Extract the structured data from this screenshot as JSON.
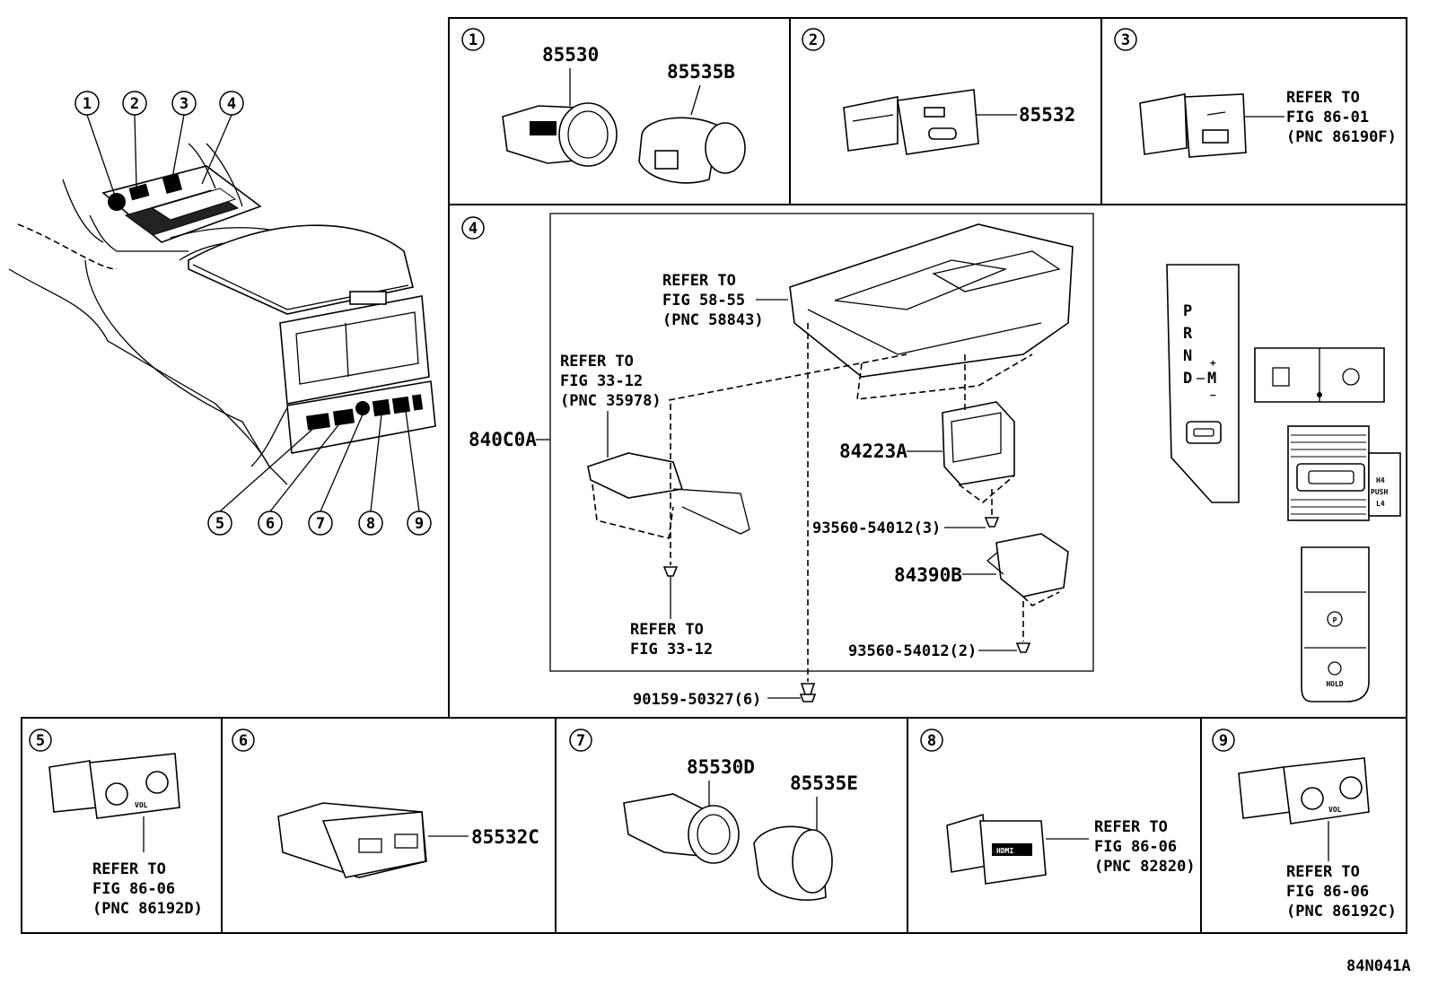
{
  "callouts": [
    "1",
    "2",
    "3",
    "4",
    "5",
    "6",
    "7",
    "8",
    "9"
  ],
  "panel1": {
    "label": "1",
    "parts": [
      "85530",
      "85535B"
    ]
  },
  "panel2": {
    "label": "2",
    "parts": [
      "85532"
    ]
  },
  "panel3": {
    "label": "3",
    "ref": [
      "REFER TO",
      "FIG 86-01",
      "(PNC 86190F)"
    ]
  },
  "panel4": {
    "label": "4",
    "assembly": "840C0A",
    "ref_top": [
      "REFER TO",
      "FIG 58-55",
      "(PNC 58843)"
    ],
    "ref_left": [
      "REFER TO",
      "FIG 33-12",
      "(PNC 35978)"
    ],
    "ref_bottom": [
      "REFER TO",
      "FIG 33-12"
    ],
    "parts": [
      "84223A",
      "84390B"
    ],
    "screws": [
      "93560-54012(3)",
      "93560-54012(2)",
      "90159-50327(6)"
    ],
    "shifter": {
      "positions": [
        "P",
        "R",
        "N",
        "D"
      ],
      "manual": "M",
      "plus": "+",
      "minus": "−"
    },
    "switch_labels": {
      "h4": "H4",
      "push": "PUSH",
      "l4": "L4",
      "p": "P",
      "hold": "HOLD"
    }
  },
  "panel5": {
    "label": "5",
    "ref": [
      "REFER TO",
      "FIG 86-06",
      "(PNC 86192D)"
    ],
    "knob": "VOL"
  },
  "panel6": {
    "label": "6",
    "parts": [
      "85532C"
    ]
  },
  "panel7": {
    "label": "7",
    "parts": [
      "85530D",
      "85535E"
    ]
  },
  "panel8": {
    "label": "8",
    "ref": [
      "REFER TO",
      "FIG 86-06",
      "(PNC 82820)"
    ],
    "button": "HDMI"
  },
  "panel9": {
    "label": "9",
    "ref": [
      "REFER TO",
      "FIG 86-06",
      "(PNC 86192C)"
    ],
    "knob": "VOL"
  },
  "diagram_code": "84N041A"
}
